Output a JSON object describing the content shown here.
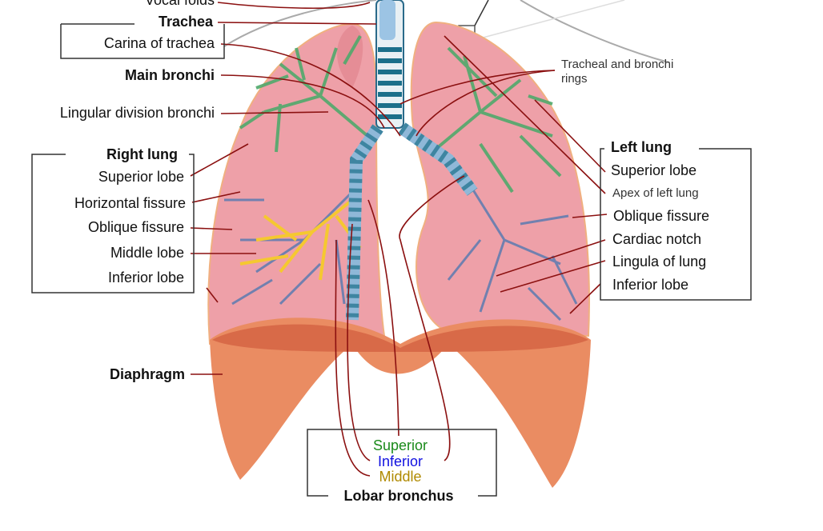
{
  "left_labels": {
    "vocal_folds": "Vocal folds",
    "trachea": "Trachea",
    "carina": "Carina of trachea",
    "main_bronchi": "Main bronchi",
    "lingular": "Lingular division bronchi",
    "right_lung": "Right lung",
    "superior_lobe": "Superior lobe",
    "horizontal_fissure": "Horizontal fissure",
    "oblique_fissure": "Oblique fissure",
    "middle_lobe": "Middle lobe",
    "inferior_lobe": "Inferior lobe",
    "diaphragm": "Diaphragm"
  },
  "right_labels": {
    "rings": "Tracheal and bronchi rings",
    "left_lung": "Left lung",
    "superior_lobe": "Superior lobe",
    "apex": "Apex of left lung",
    "oblique_fissure": "Oblique fissure",
    "cardiac_notch": "Cardiac notch",
    "lingula": "Lingula of lung",
    "inferior_lobe": "Inferior lobe"
  },
  "lobar": {
    "superior": "Superior",
    "inferior": "Inferior",
    "middle": "Middle",
    "title": "Lobar bronchus"
  },
  "colors": {
    "superior": "#1a8a1a",
    "inferior": "#1010e0",
    "middle": "#b08a00",
    "leader": "#8b1010"
  }
}
